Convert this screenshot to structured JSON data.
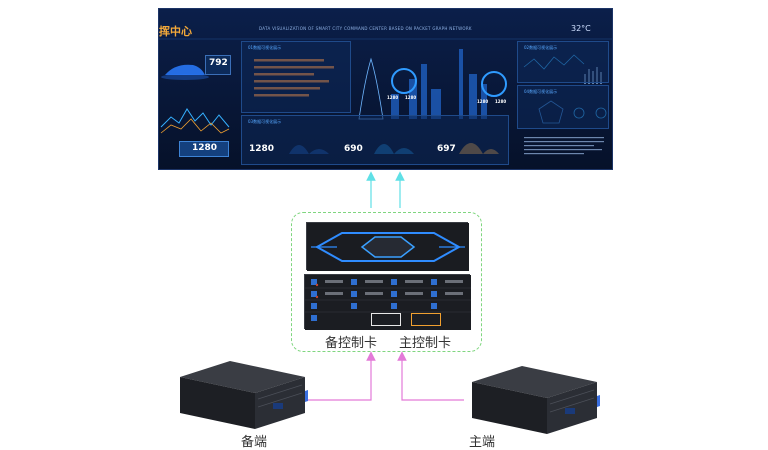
{
  "wall": {
    "title": "挥中心",
    "subtitle": "DATA VISUALIZATION OF SMART CITY COMMAND CENTER BASED ON PACKET GRAPH NETWORK",
    "temperature": "32°C",
    "panels": {
      "p1": "01数据可视化展示",
      "p2": "02数据可视化展示",
      "p3": "03数据可视化展示",
      "p4": "04数据可视化展示"
    },
    "numbers": {
      "left_top": "792",
      "left_bottom": "1280",
      "mid1": "1280",
      "mid2": "690",
      "mid3": "697",
      "ring1a": "1280",
      "ring1b": "1280",
      "ring2a": "1280",
      "ring2b": "1280"
    }
  },
  "labels": {
    "backup_card": "备控制卡",
    "main_card": "主控制卡",
    "backup_end": "备端",
    "main_end": "主端"
  },
  "colors": {
    "dashed_frame": "#7fd67f",
    "arrow_up": "#5fe0e6",
    "arrow_link": "#e37ad8",
    "backup_highlight": "#e8e8e8",
    "main_highlight": "#f0a030"
  }
}
